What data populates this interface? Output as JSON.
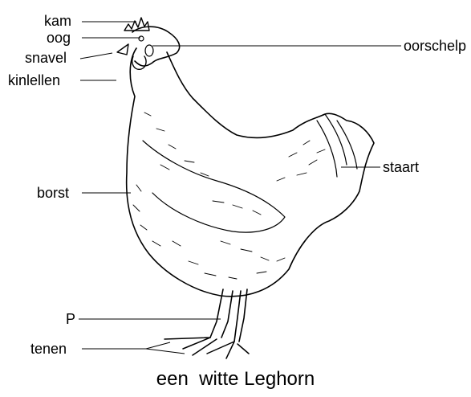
{
  "labels": {
    "kam": "kam",
    "oog": "oog",
    "snavel": "snavel",
    "kinlellen": "kinlellen",
    "oorschelp": "oorschelp",
    "staart": "staart",
    "borst": "borst",
    "p": "P",
    "tenen": "tenen"
  },
  "caption": "een  witte Leghorn"
}
